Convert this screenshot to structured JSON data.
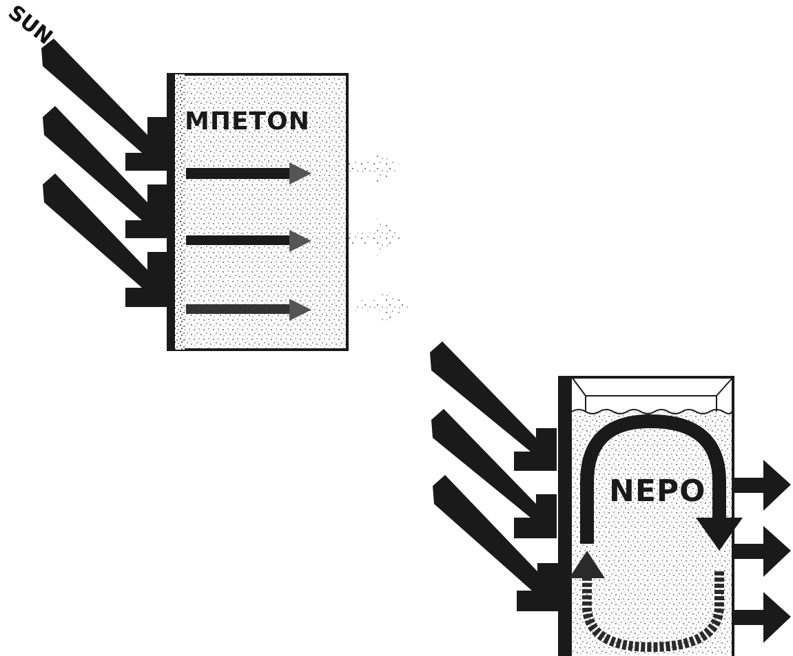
{
  "diagram": {
    "sun_label": "SUN",
    "concrete_label": "ΜΠΕΤΟΝ",
    "water_label": "ΝΕΡΟ"
  },
  "colors": {
    "ink": "#1a1a1a",
    "stipple": "#3a3a3a",
    "paper": "#ffffff"
  },
  "icons": {
    "sun_rays": "diagonal-arrow-icon",
    "heat_out": "right-arrow-icon",
    "convection": "loop-arrow-icon"
  }
}
